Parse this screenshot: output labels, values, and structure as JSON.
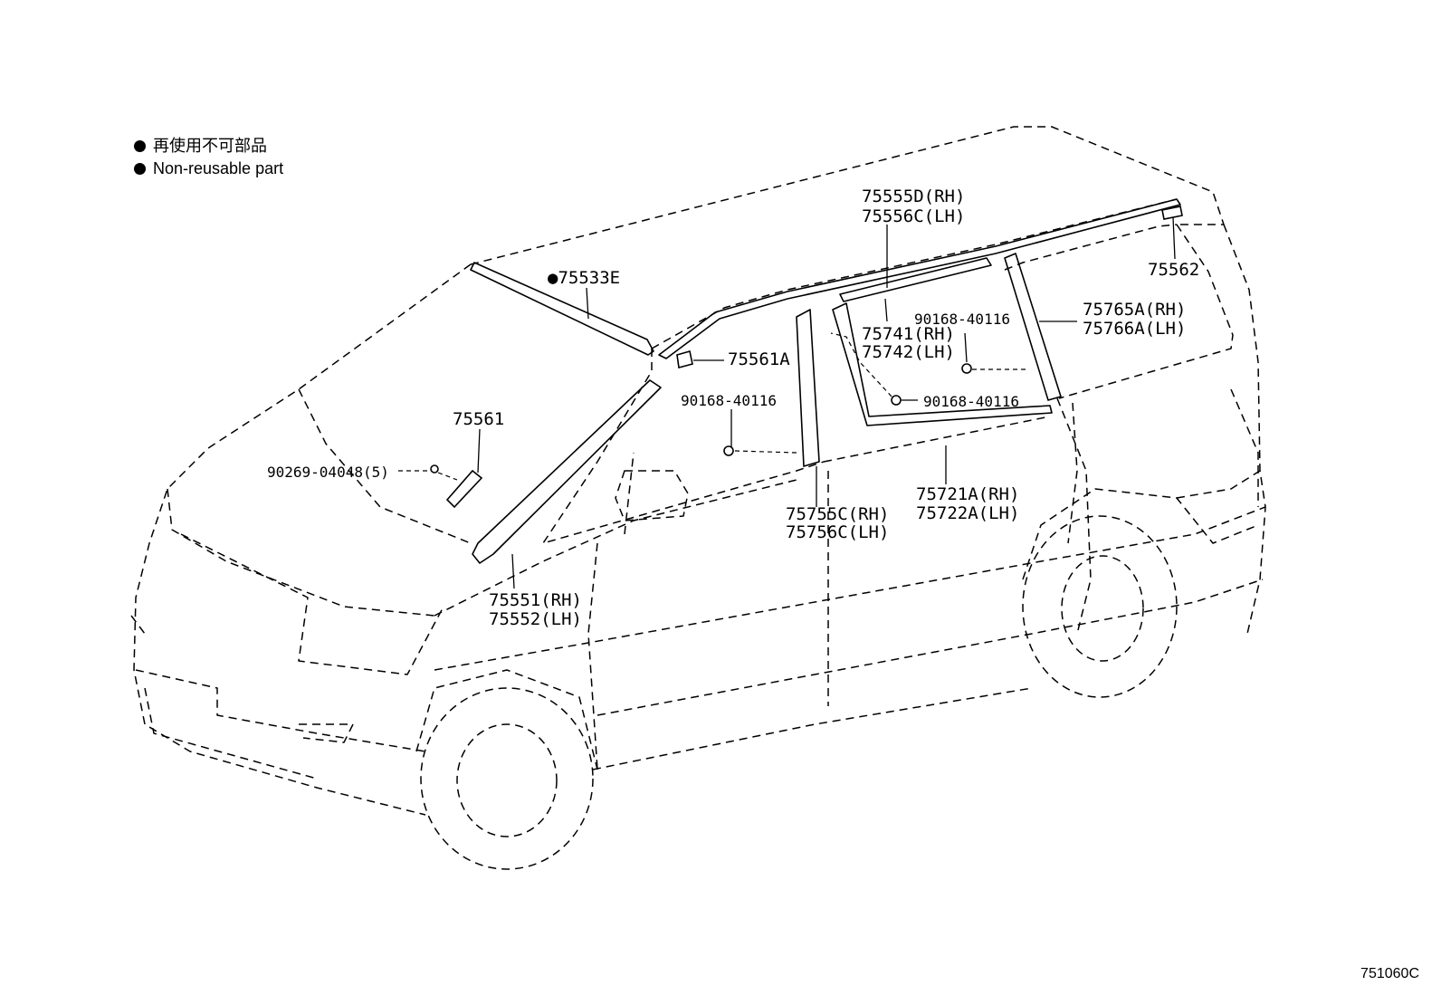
{
  "legend": [
    {
      "icon": "filled-circle",
      "text": "再使用不可部品"
    },
    {
      "icon": "filled-circle",
      "text": "Non-reusable part"
    }
  ],
  "parts": {
    "p75533e": {
      "marker": "●",
      "number": "75533E"
    },
    "p75561a": "75561A",
    "p75561": "75561",
    "p90269": "90269-04048(5)",
    "p90168_a": "90168-40116",
    "p75551": "75551(RH)",
    "p75552": "75552(LH)",
    "p75555d": "75555D(RH)",
    "p75556c": "75556C(LH)",
    "p75562": "75562",
    "p90168_b": "90168-40116",
    "p75741": "75741(RH)",
    "p75742": "75742(LH)",
    "p75765a": "75765A(RH)",
    "p75766a": "75766A(LH)",
    "p90168_c": "90168-40116",
    "p75755c": "75755C(RH)",
    "p75756c": "75756C(LH)",
    "p75721a": "75721A(RH)",
    "p75722a": "75722A(LH)"
  },
  "diagram_code": "751060C"
}
